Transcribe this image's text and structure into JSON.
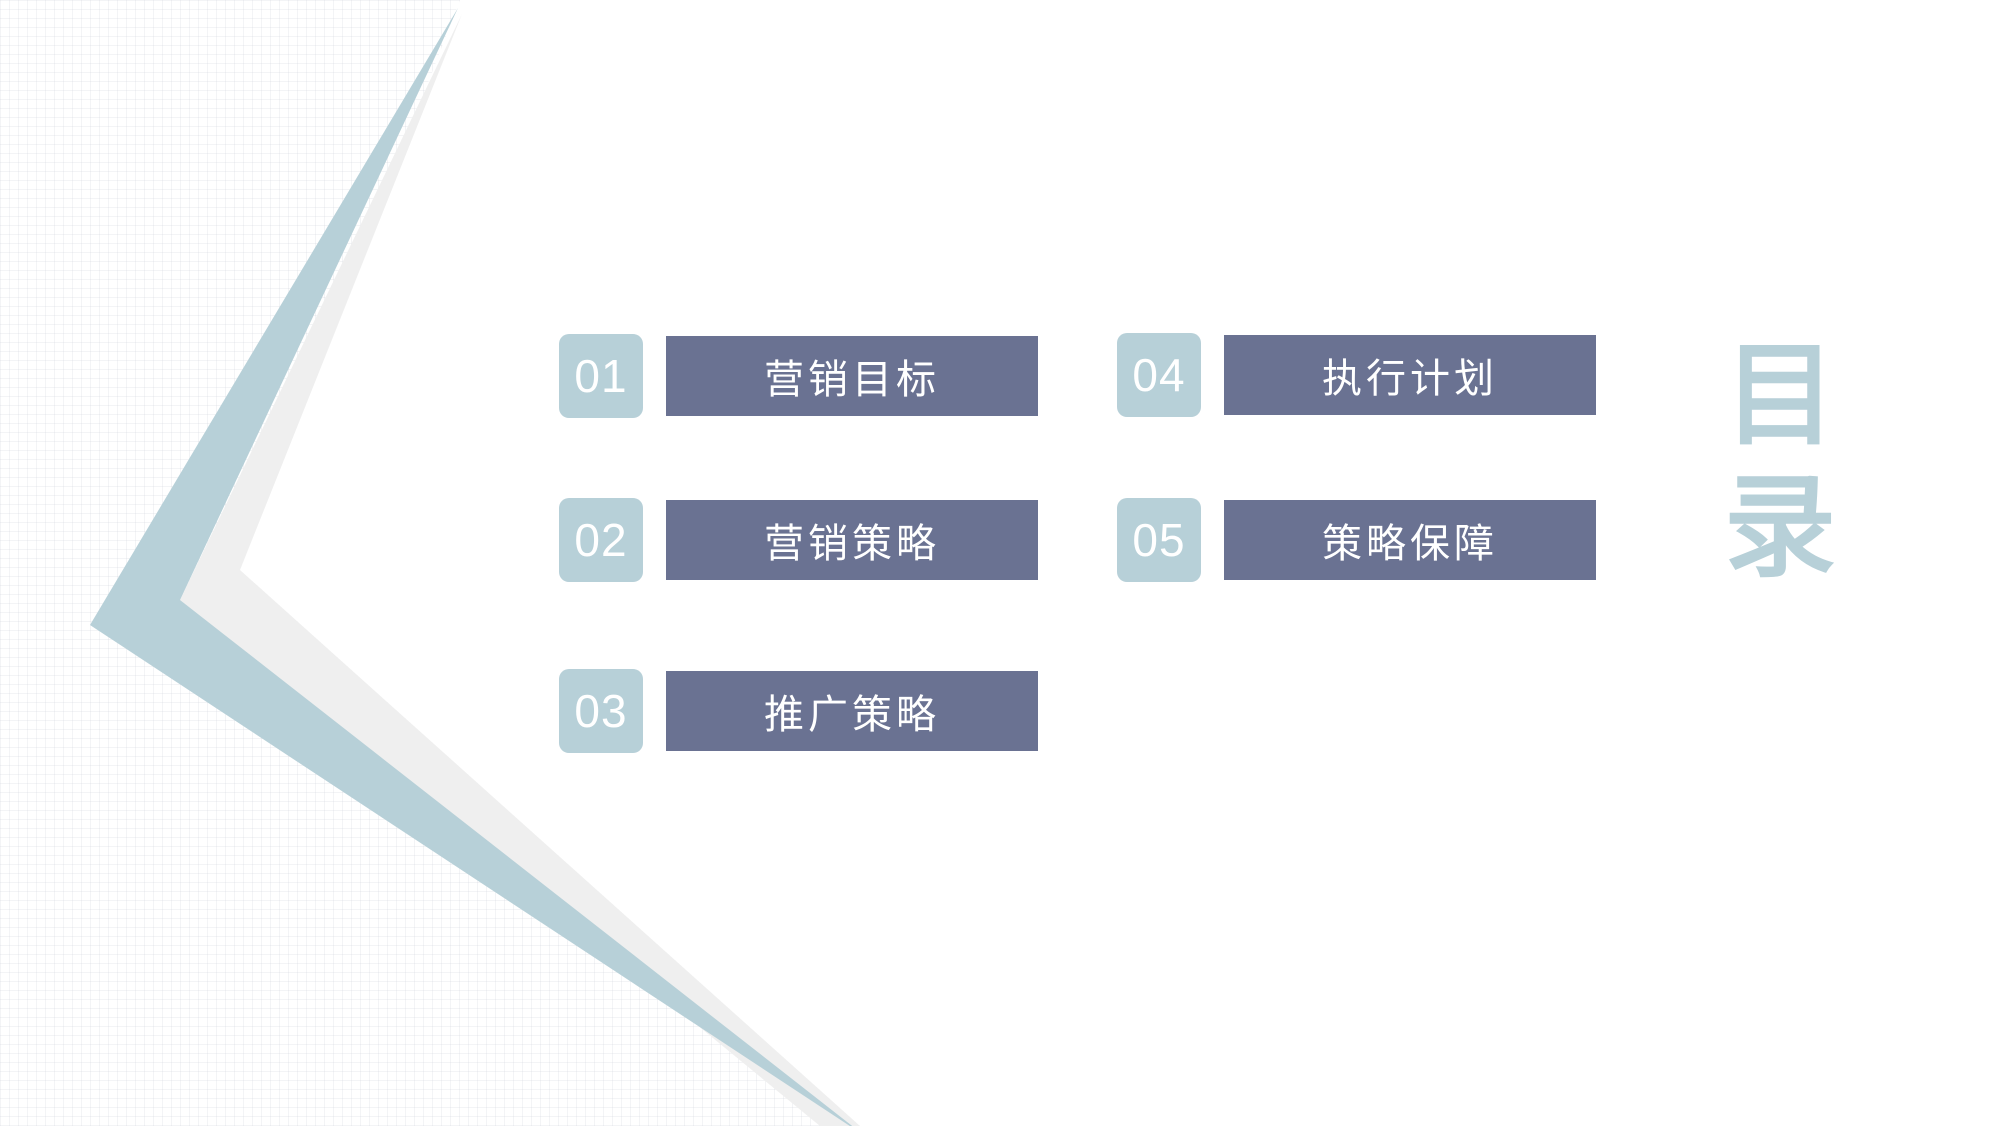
{
  "title": {
    "char1": "目",
    "char2": "录"
  },
  "items": [
    {
      "num": "01",
      "label": "营销目标"
    },
    {
      "num": "02",
      "label": "营销策略"
    },
    {
      "num": "03",
      "label": "推广策略"
    },
    {
      "num": "04",
      "label": "执行计划"
    },
    {
      "num": "05",
      "label": "策略保障"
    }
  ],
  "colors": {
    "accent_light": "#b7d0d8",
    "accent_dark": "#6a7292",
    "decor_gray": "#efefef"
  }
}
